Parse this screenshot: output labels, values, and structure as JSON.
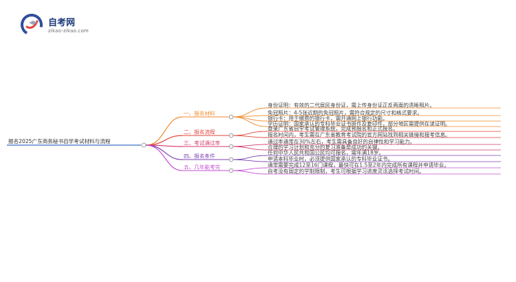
{
  "logo": {
    "title": "自考网",
    "subtitle": "zikao-zikao.com",
    "colors": {
      "blue": "#2f4f9a",
      "red": "#e0433b",
      "gray": "#9aa4b8"
    }
  },
  "root": {
    "label": "报名2025广东商务秘书自学考试材料与流程"
  },
  "branches": [
    {
      "label": "一、报名材料",
      "color": "#f08a2b",
      "leaves": [
        "身份证明：有效的二代居民身份证，需上传身份证正反两面的清晰照片。",
        "免冠照片：4-5张近期的免冠照片，需符合规定的尺寸和格式要求。",
        "银行卡：用于缴费的银行卡，需开通网上银行功能。",
        "学历证明：国家承认的专科毕业证书原件及复印件，部分地区需提供在读证明。"
      ]
    },
    {
      "label": "二、报名流程",
      "color": "#e0433b",
      "leaves": [
        "登录广东省自学考试管理系统，完成预报名和正式报名。",
        "报名时间内，考生需在广东省教育考试院的官方网站找到相关链接和报考信息。"
      ]
    },
    {
      "label": "三、考试通过率",
      "color": "#d43a6a",
      "leaves": [
        "通过率通常在30%左右，考生需具备良好的自律性和学习能力。",
        "合理的学习计划和充分的复习准备是成功的关键。"
      ]
    },
    {
      "label": "四、报名条件",
      "color": "#7a3fb0",
      "leaves": [
        "任何中华人民共和国公民均可报名，需年满18岁。",
        "申请本科毕业时，必须提供国家承认的专科毕业证书。"
      ]
    },
    {
      "label": "五、几年能考完",
      "color": "#c24fd0",
      "leaves": [
        "通常需要完成12至16门课程，最快可在1.5至2年内完成所有课程并申请毕业。",
        "自考没有固定的学制限制，考生可根据学习进度灵活选择考试时间。"
      ]
    }
  ]
}
